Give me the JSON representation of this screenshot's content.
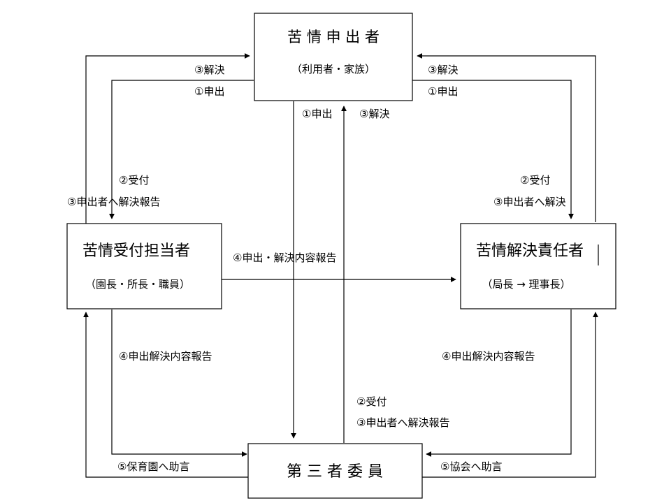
{
  "nodes": {
    "complainant": {
      "title": "苦 情 申 出 者",
      "subtitle": "（利用者・家族）"
    },
    "receiver": {
      "title": "苦情受付担当者",
      "subtitle": "（園長・所長・職員）"
    },
    "resolver": {
      "title": "苦情解決責任者",
      "subtitle": "（局長 → 理事長）"
    },
    "third_party": {
      "title": "第 三 者 委 員"
    }
  },
  "labels": {
    "left_resolve": "③解決",
    "left_submit": "①申出",
    "right_resolve": "③解決",
    "right_submit": "①申出",
    "center_submit": "①申出",
    "center_resolve": "③解決",
    "left_receive": "②受付",
    "left_report": "③申出者へ解決報告",
    "right_receive": "②受付",
    "right_report": "③申出者へ解決",
    "middle_report": "④申出・解決内容報告",
    "lower_left_report": "④申出解決内容報告",
    "lower_right_report": "④申出解決内容報告",
    "third_receive": "②受付",
    "third_report": "③申出者へ解決報告",
    "advice_nursery": "⑤保育園へ助言",
    "advice_association": "⑤協会へ助言"
  }
}
